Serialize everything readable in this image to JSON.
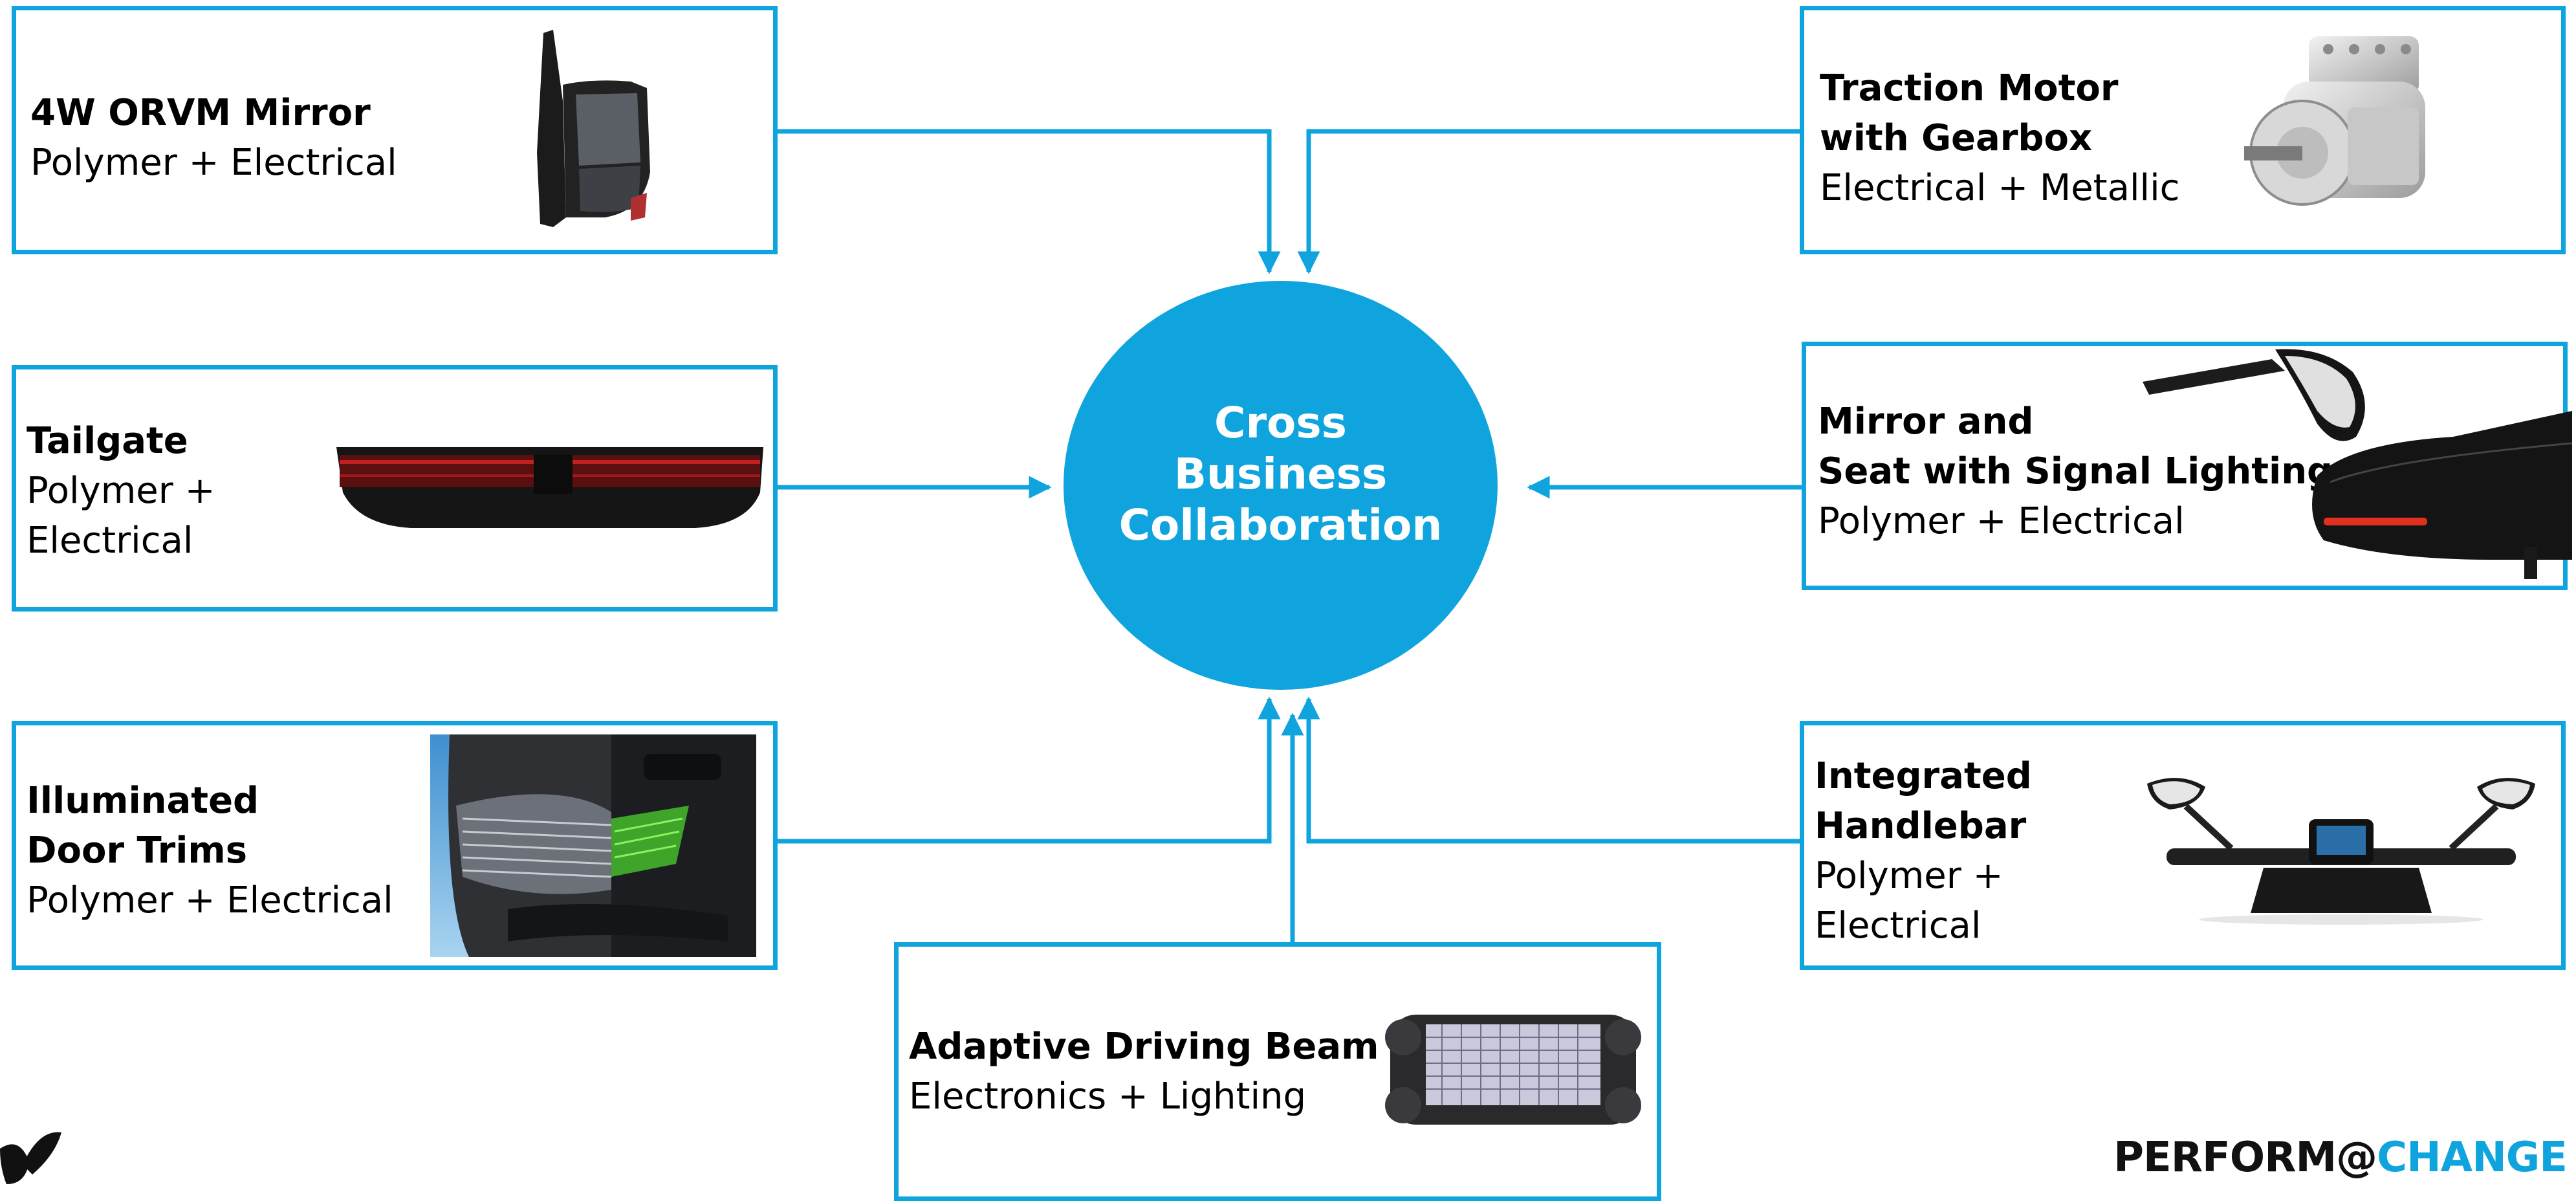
{
  "center": {
    "lines": [
      "Cross",
      "Business",
      "Collaboration"
    ]
  },
  "boxes": {
    "orvm": {
      "title": [
        "4W ORVM Mirror"
      ],
      "desc": [
        "Polymer + Electrical"
      ]
    },
    "tailgate": {
      "title": [
        "Tailgate"
      ],
      "desc": [
        "Polymer +",
        "Electrical"
      ]
    },
    "door_trims": {
      "title": [
        "Illuminated",
        "Door Trims"
      ],
      "desc": [
        "Polymer + Electrical"
      ]
    },
    "adb": {
      "title": [
        "Adaptive Driving Beam"
      ],
      "desc": [
        "Electronics + Lighting"
      ]
    },
    "traction": {
      "title": [
        "Traction Motor",
        "with Gearbox"
      ],
      "desc": [
        "Electrical + Metallic"
      ]
    },
    "mirror_seat": {
      "title": [
        "Mirror and",
        "Seat with Signal Lighting"
      ],
      "desc": [
        "Polymer + Electrical"
      ]
    },
    "handlebar": {
      "title": [
        "Integrated",
        "Handlebar"
      ],
      "desc": [
        "Polymer +",
        "Electrical"
      ]
    }
  },
  "brand": {
    "part1": "PERFORM@",
    "part2": "CHANGE"
  },
  "colors": {
    "accent": "#0fa4de",
    "text": "#000000"
  },
  "icons": [
    "mirror-image",
    "tailgate-lamp-image",
    "door-trim-image",
    "adb-headlamp-image",
    "traction-motor-image",
    "mirror-seat-image",
    "handlebar-image",
    "leaf-logo-icon"
  ]
}
